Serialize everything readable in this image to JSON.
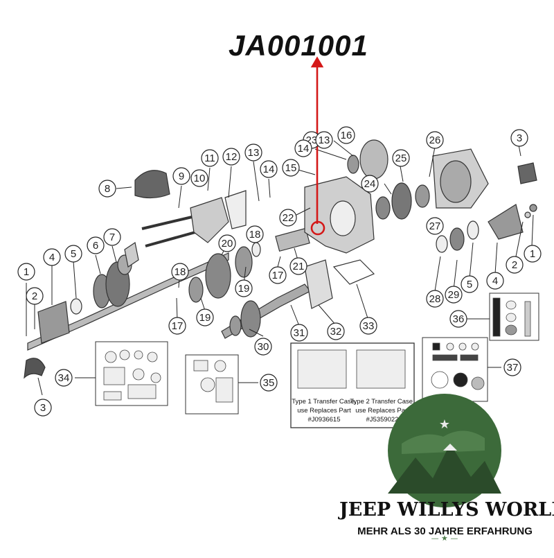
{
  "part_number": "JA001001",
  "callouts": [
    {
      "label": "1"
    },
    {
      "label": "2"
    },
    {
      "label": "3"
    },
    {
      "label": "4"
    },
    {
      "label": "5"
    },
    {
      "label": "6"
    },
    {
      "label": "7"
    },
    {
      "label": "8"
    },
    {
      "label": "9"
    },
    {
      "label": "10"
    },
    {
      "label": "11"
    },
    {
      "label": "12"
    },
    {
      "label": "13"
    },
    {
      "label": "14"
    },
    {
      "label": "15"
    },
    {
      "label": "16"
    },
    {
      "label": "17"
    },
    {
      "label": "18"
    },
    {
      "label": "19"
    },
    {
      "label": "20"
    },
    {
      "label": "21"
    },
    {
      "label": "22"
    },
    {
      "label": "23"
    },
    {
      "label": "24"
    },
    {
      "label": "25"
    },
    {
      "label": "26"
    },
    {
      "label": "27"
    },
    {
      "label": "28"
    },
    {
      "label": "29"
    },
    {
      "label": "30"
    },
    {
      "label": "31"
    },
    {
      "label": "32"
    },
    {
      "label": "33"
    },
    {
      "label": "34"
    },
    {
      "label": "35"
    },
    {
      "label": "36"
    },
    {
      "label": "37"
    }
  ],
  "inset": {
    "type1": [
      "Type 1 Transfer Case,",
      "use Replaces Part",
      "#J0936615"
    ],
    "type2": [
      "Type 2 Transfer Case,",
      "use Replaces Part",
      "#J5359022"
    ]
  },
  "brand": {
    "name": "JEEP WILLYS WORLD",
    "tagline": "MEHR ALS 30 JAHRE ERFAHRUNG",
    "colors": {
      "green": "#3c6a3a",
      "dark": "#2b4b2a",
      "star": "#4f7d4c"
    }
  },
  "highlight_color": "#d41818"
}
